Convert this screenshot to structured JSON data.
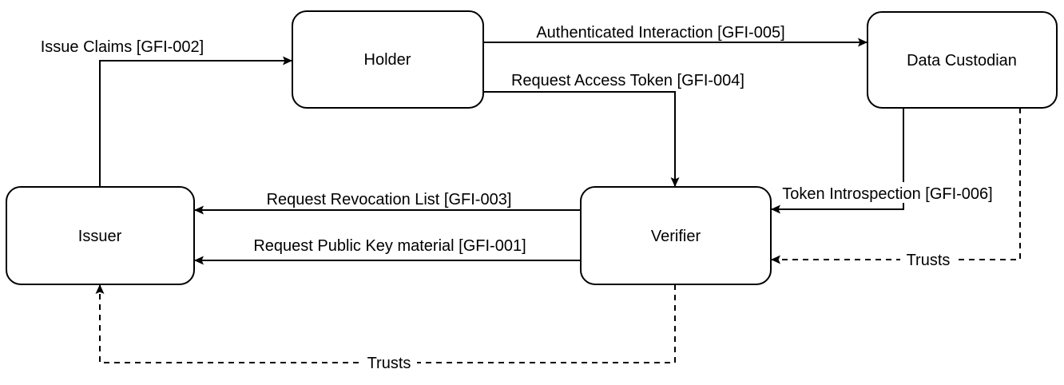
{
  "diagram": {
    "background_color": "#ffffff",
    "stroke_color": "#000000",
    "text_color": "#000000",
    "nodes": [
      {
        "id": "holder",
        "label": "Holder"
      },
      {
        "id": "data_custodian",
        "label": "Data Custodian"
      },
      {
        "id": "issuer",
        "label": "Issuer"
      },
      {
        "id": "verifier",
        "label": "Verifier"
      }
    ],
    "edges": [
      {
        "id": "gfi_002",
        "label": "Issue Claims [GFI-002]",
        "from": "Issuer",
        "to": "Holder",
        "line": "solid",
        "arrow": "end"
      },
      {
        "id": "gfi_005",
        "label": "Authenticated Interaction [GFI-005]",
        "from": "Holder",
        "to": "Data Custodian",
        "line": "solid",
        "arrow": "end"
      },
      {
        "id": "gfi_004",
        "label": "Request Access Token [GFI-004]",
        "from": "Holder",
        "to": "Verifier",
        "line": "solid",
        "arrow": "end"
      },
      {
        "id": "gfi_003",
        "label": "Request Revocation List [GFI-003]",
        "from": "Verifier",
        "to": "Issuer",
        "line": "solid",
        "arrow": "end"
      },
      {
        "id": "gfi_001",
        "label": "Request Public Key material [GFI-001]",
        "from": "Verifier",
        "to": "Issuer",
        "line": "solid",
        "arrow": "end"
      },
      {
        "id": "gfi_006",
        "label": "Token Introspection [GFI-006]",
        "from": "Data Custodian",
        "to": "Verifier",
        "line": "solid",
        "arrow": "end"
      },
      {
        "id": "trusts_dc_verifier",
        "label": "Trusts",
        "from": "Data Custodian",
        "to": "Verifier",
        "line": "dashed",
        "arrow": "end"
      },
      {
        "id": "trusts_verifier_issuer",
        "label": "Trusts",
        "from": "Verifier",
        "to": "Issuer",
        "line": "dashed",
        "arrow": "end"
      }
    ]
  }
}
